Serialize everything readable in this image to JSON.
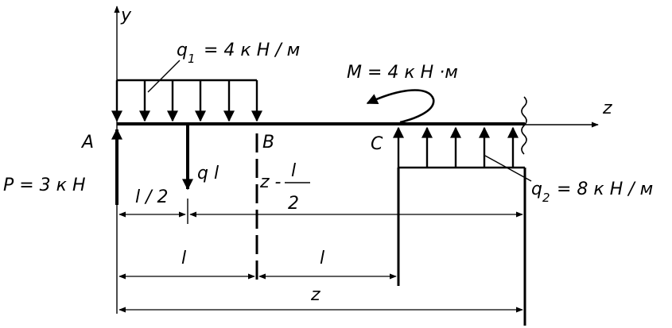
{
  "labels": {
    "y_axis": "y",
    "z_axis": "z",
    "q1_sym": "q",
    "q1_sub": "1",
    "q1_val": "= 4 к Н / м",
    "M_label": "M = 4 к Н ·м",
    "P_label": "P = 3 к Н",
    "point_A": "A",
    "point_B": "B",
    "point_C": "C",
    "ql_label": "q l",
    "q2_sym": "q",
    "q2_sub": "2",
    "q2_val": "= 8 к Н / м",
    "half_l": "l / 2",
    "z_minus": "z -",
    "frac_num": "l",
    "frac_den": "2",
    "dim_l1": "l",
    "dim_l2": "l",
    "dim_z": "z"
  },
  "colors": {
    "ink": "#000000",
    "background": "#ffffff"
  }
}
